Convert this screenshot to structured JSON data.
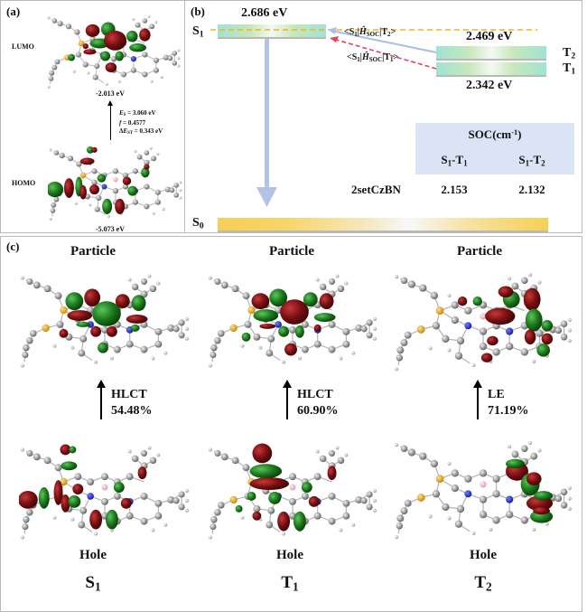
{
  "panel_a": {
    "label": "(a)",
    "lumo_label": "LUMO",
    "homo_label": "HOMO",
    "lumo_energy": "-2.013 eV",
    "homo_energy": "-5.073 eV",
    "transition": {
      "es_var": "E",
      "es_sub": "S",
      "es_value": " = 3.060 eV",
      "f_var": "f",
      "f_value": " = 0.4577",
      "dest_prefix": "Δ",
      "dest_var": "E",
      "dest_sub": "ST",
      "dest_value": " = 0.343 eV"
    }
  },
  "panel_b": {
    "label": "(b)",
    "s1_state": "S",
    "s1_sub": "1",
    "s0_state": "S",
    "s0_sub": "0",
    "t2_state": "T",
    "t2_sub": "2",
    "t1_state": "T",
    "t1_sub": "1",
    "s1_energy": "2.686 eV",
    "t2_energy": "2.469 eV",
    "t1_energy": "2.342 eV",
    "soc_t2_label": {
      "pre": "<S",
      "pre_sub": "1",
      "op": "|Ĥ",
      "op_sub": "SOC",
      "post": "|T",
      "post_sub": "2",
      "end": ">"
    },
    "soc_t1_label": {
      "pre": "<S",
      "pre_sub": "1",
      "op": "|Ĥ",
      "op_sub": "SOC",
      "post": "|T",
      "post_sub": "1",
      "end": ">"
    },
    "colors": {
      "s1_bar": "#9fe3d6",
      "t_bar": "#9fe3d6",
      "s0_bar": "#f7cf55",
      "dashed_line": "#f5b21b",
      "t2_arrow": "#a9bde6",
      "t1_arrow": "#e0445e",
      "emission_arrow": "#b3c3e6",
      "table_header": "#dbe4f5"
    },
    "table": {
      "header": "SOC(cm",
      "header_sup": "-1",
      "header_end": ")",
      "columns": [
        {
          "a": "S",
          "a_sub": "1",
          "b": "-T",
          "b_sub": "1"
        },
        {
          "a": "S",
          "a_sub": "1",
          "b": "-T",
          "b_sub": "2"
        }
      ],
      "rows": [
        {
          "name": "2setCzBN",
          "values": [
            "2.153",
            "2.132"
          ]
        }
      ]
    }
  },
  "panel_c": {
    "label": "(c)",
    "columns": [
      {
        "particle": "Particle",
        "hole": "Hole",
        "type": "HLCT",
        "percent": "54.48%",
        "state": "S",
        "state_sub": "1"
      },
      {
        "particle": "Particle",
        "hole": "Hole",
        "type": "HLCT",
        "percent": "60.90%",
        "state": "T",
        "state_sub": "1"
      },
      {
        "particle": "Particle",
        "hole": "Hole",
        "type": "LE",
        "percent": "71.19%",
        "state": "T",
        "state_sub": "2"
      }
    ]
  },
  "molecule_colors": {
    "positive_lobe": "#7a0f12",
    "negative_lobe": "#1c7a1c",
    "carbon": "#9c9c9c",
    "hydrogen": "#e0e0e0",
    "nitrogen": "#1b2fd0",
    "sulfur": "#f2b01e",
    "boron": "#f4c6cc"
  }
}
